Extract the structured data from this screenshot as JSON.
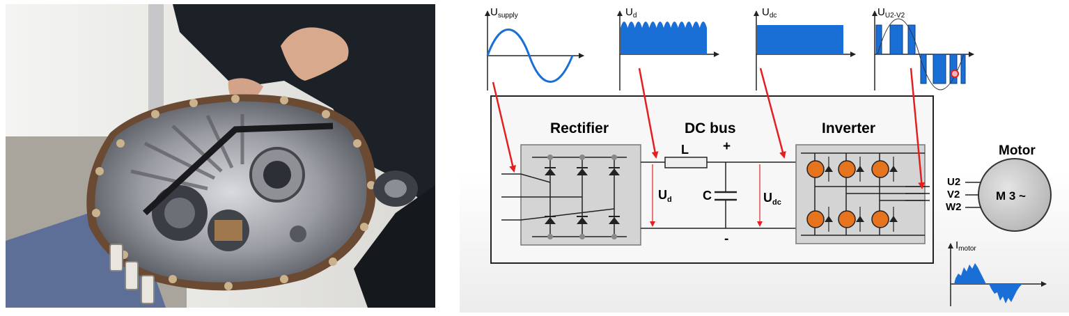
{
  "diagram": {
    "waveforms": {
      "supply": {
        "label": "U",
        "sub": "supply"
      },
      "d": {
        "label": "U",
        "sub": "d"
      },
      "dc": {
        "label": "U",
        "sub": "dc"
      },
      "uv": {
        "label": "U",
        "sub": "U2-V2"
      }
    },
    "blocks": {
      "rectifier": "Rectifier",
      "dc_bus": "DC bus",
      "inverter": "Inverter",
      "motor": "Motor"
    },
    "components": {
      "inductor": "L",
      "capacitor": "C",
      "plus": "+",
      "minus": "-",
      "ud": {
        "label": "U",
        "sub": "d"
      },
      "udc": {
        "label": "U",
        "sub": "dc"
      }
    },
    "motor": {
      "symbol": "M 3 ~",
      "terminals": [
        "U2",
        "V2",
        "W2"
      ]
    },
    "current": {
      "label": "I",
      "sub": "motor"
    },
    "colors": {
      "arrow": "#e41f1f",
      "wave_fill": "#1a6fd6",
      "block_fill": "#d4d4d4",
      "transistor": "#e6731e",
      "motor_fill": "#c8c8c8"
    }
  }
}
